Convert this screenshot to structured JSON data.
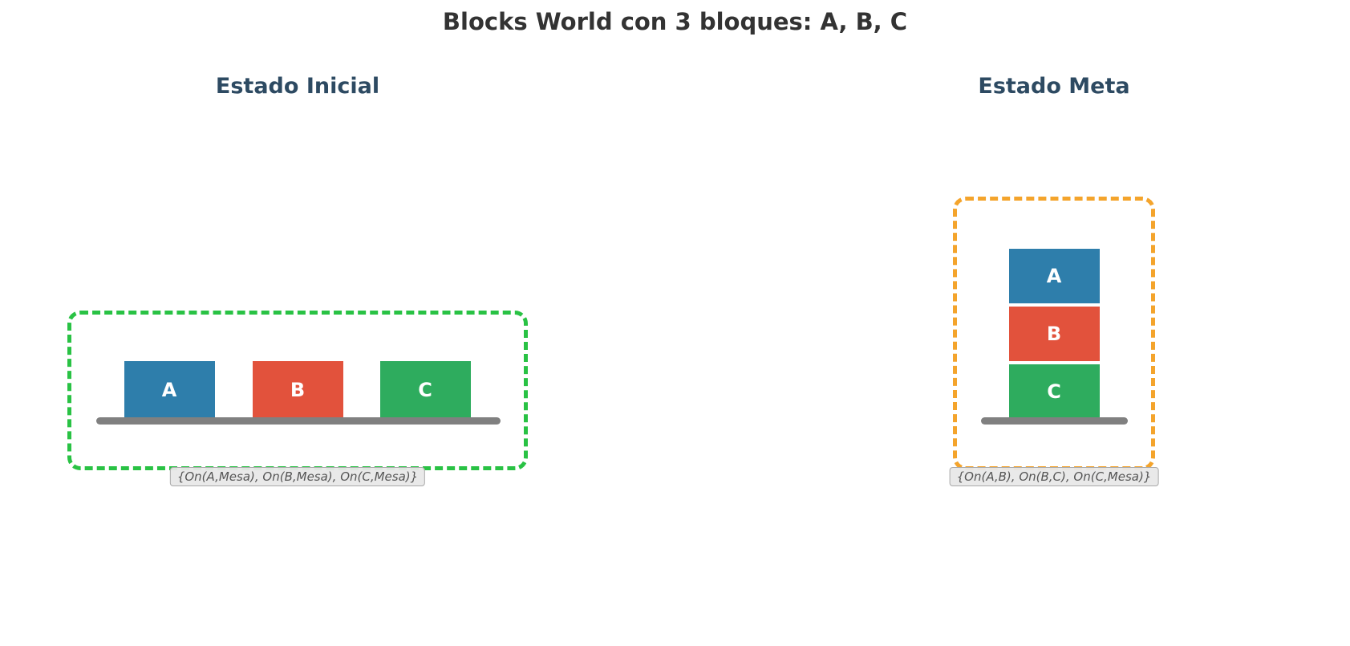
{
  "title": "Blocks World con 3 bloques: A, B, C",
  "table_color": "#808080",
  "initial": {
    "heading": "Estado Inicial",
    "border_color": "#29c244",
    "state_label": "{On(A,Mesa), On(B,Mesa), On(C,Mesa)}",
    "blocks": [
      {
        "label": "A",
        "color": "#2e7eab"
      },
      {
        "label": "B",
        "color": "#e2523c"
      },
      {
        "label": "C",
        "color": "#2eac5e"
      }
    ]
  },
  "goal": {
    "heading": "Estado Meta",
    "border_color": "#f4a42c",
    "state_label": "{On(A,B), On(B,C), On(C,Mesa)}",
    "blocks": [
      {
        "label": "A",
        "color": "#2e7eab"
      },
      {
        "label": "B",
        "color": "#e2523c"
      },
      {
        "label": "C",
        "color": "#2eac5e"
      }
    ]
  }
}
